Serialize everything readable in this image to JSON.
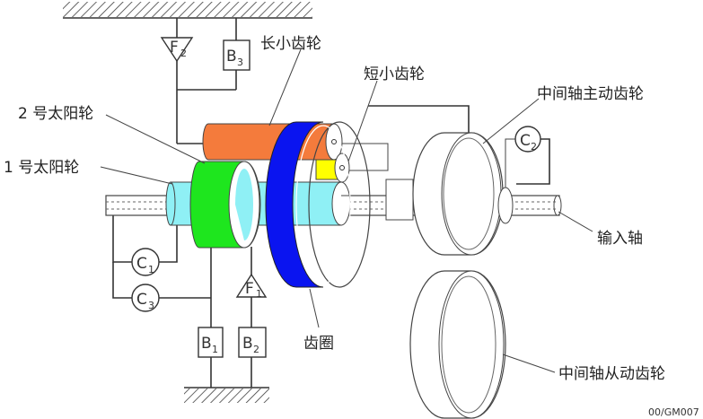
{
  "labels": {
    "long_pinion": "长小齿轮",
    "short_pinion": "短小齿轮",
    "countershaft_drive_gear": "中间轴主动齿轮",
    "sun_gear_2": "2 号太阳轮",
    "sun_gear_1": "1 号太阳轮",
    "input_shaft": "输入轴",
    "ring_gear": "齿圈",
    "countershaft_driven_gear": "中间轴从动齿轮"
  },
  "components": {
    "F2": {
      "letter": "F",
      "sub": "2"
    },
    "B3": {
      "letter": "B",
      "sub": "3"
    },
    "C2": {
      "letter": "C",
      "sub": "2"
    },
    "C1": {
      "letter": "C",
      "sub": "1"
    },
    "C3": {
      "letter": "C",
      "sub": "3"
    },
    "F1": {
      "letter": "F",
      "sub": "1"
    },
    "B1": {
      "letter": "B",
      "sub": "1"
    },
    "B2": {
      "letter": "B",
      "sub": "2"
    }
  },
  "corner_code": "00/GM007",
  "colors": {
    "long_pinion": "#f47b3c",
    "short_pinion": "#ffff00",
    "sun_gear_2": "#1ee61e",
    "sun_gear_1": "#8ff0f5",
    "ring_gear": "#0a14f0"
  }
}
